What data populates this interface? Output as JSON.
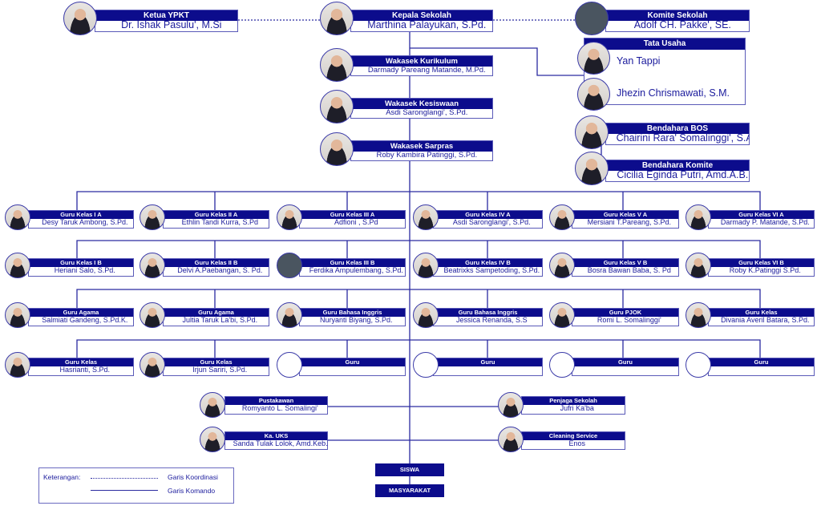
{
  "top": {
    "ketua_ypkt": {
      "title": "Ketua YPKT",
      "name": "Dr. Ishak Pasulu', M.Si"
    },
    "kepala_sekolah": {
      "title": "Kepala Sekolah",
      "name": "Marthina Palayukan, S.Pd."
    },
    "komite_sekolah": {
      "title": "Komite Sekolah",
      "name": "Adolf CH. Pakke', SE."
    }
  },
  "tata_usaha": {
    "title": "Tata Usaha",
    "members": [
      "Yan Tappi",
      "Jhezin Chrismawati, S.M."
    ]
  },
  "wakasek": [
    {
      "title": "Wakasek Kurikulum",
      "name": "Darmady Pareang Matande, M.Pd."
    },
    {
      "title": "Wakasek Kesiswaan",
      "name": "Asdi Saronglangi', S.Pd."
    },
    {
      "title": "Wakasek Sarpras",
      "name": "Roby Kambira Patinggi, S.Pd."
    }
  ],
  "bendahara": [
    {
      "title": "Bendahara BOS",
      "name": "Chairini Rara' Somalinggi', S.Ak."
    },
    {
      "title": "Bendahara Komite",
      "name": "Cicilia Eginda Putri, Amd.A.B."
    }
  ],
  "guru": [
    {
      "title": "Guru Kelas I A",
      "name": "Desy Taruk Ambong, S.Pd."
    },
    {
      "title": "Guru Kelas II A",
      "name": "Ethlin Tandi Kurra, S.Pd"
    },
    {
      "title": "Guru Kelas III A",
      "name": "Adfioni , S.Pd"
    },
    {
      "title": "Guru Kelas IV A",
      "name": "Asdi Saronglangi', S.Pd."
    },
    {
      "title": "Guru Kelas V A",
      "name": "Mersiani T.Pareang, S.Pd."
    },
    {
      "title": "Guru Kelas VI A",
      "name": "Darmady P. Matande, S.Pd."
    },
    {
      "title": "Guru Kelas I B",
      "name": "Heriani Salo, S.Pd."
    },
    {
      "title": "Guru Kelas II B",
      "name": "Delvi A.Paebangan, S. Pd."
    },
    {
      "title": "Guru Kelas III B",
      "name": "Ferdika Ampulembang, S.Pd."
    },
    {
      "title": "Guru Kelas IV B",
      "name": "Beatrixks Sampetoding, S.Pd."
    },
    {
      "title": "Guru Kelas V B",
      "name": "Bosra Bawan Baba, S. Pd"
    },
    {
      "title": "Guru Kelas VI B",
      "name": "Roby K.Patinggi S.Pd."
    },
    {
      "title": "Guru Agama",
      "name": "Salmiati Gandeng, S.Pd.K."
    },
    {
      "title": "Guru Agama",
      "name": "Jultia Taruk La'bi, S.Pd."
    },
    {
      "title": "Guru Bahasa Inggris",
      "name": "Nuryanti Biyang, S.Pd."
    },
    {
      "title": "Guru Bahasa Inggris",
      "name": "Jessica Renanda, S.S"
    },
    {
      "title": "Guru PJOK",
      "name": "Romi L. Somalinggi'"
    },
    {
      "title": "Guru Kelas",
      "name": "Divania Averil Batara, S.Pd."
    },
    {
      "title": "Guru Kelas",
      "name": "Hasrianti, S.Pd."
    },
    {
      "title": "Guru Kelas",
      "name": "Irjun Sariri, S.Pd."
    },
    {
      "title": "Guru",
      "name": ""
    },
    {
      "title": "Guru",
      "name": ""
    },
    {
      "title": "Guru",
      "name": ""
    },
    {
      "title": "Guru",
      "name": ""
    }
  ],
  "staff": [
    {
      "title": "Pustakawan",
      "name": "Romyanto L. Somalingi'"
    },
    {
      "title": "Ka. UKS",
      "name": "Sanda Tulak Lolok, Amd.Keb."
    },
    {
      "title": "Penjaga Sekolah",
      "name": "Jufri Ka'ba"
    },
    {
      "title": "Cleaning Service",
      "name": "Enos"
    }
  ],
  "bottom": {
    "siswa": "SISWA",
    "masyarakat": "MASYARAKAT"
  },
  "legend": {
    "label": "Keterangan:",
    "dotted": "Garis Koordinasi",
    "solid": "Garis Komando"
  },
  "colors": {
    "primary": "#0c0c8c",
    "line": "#2a2aa0",
    "photo_placeholder": "#4a5560"
  }
}
